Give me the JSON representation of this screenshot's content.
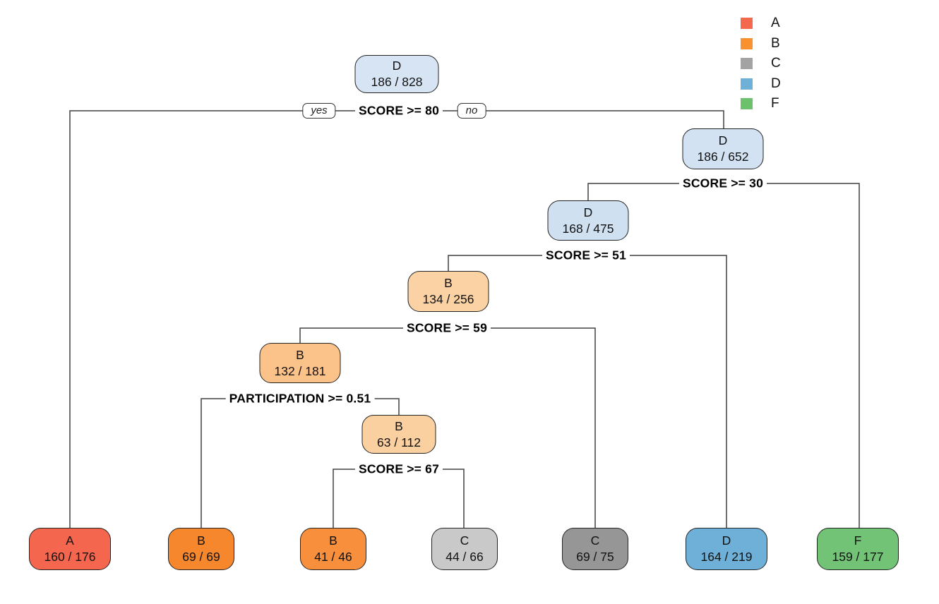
{
  "legend": {
    "items": [
      {
        "label": "A",
        "color": "#f4694d"
      },
      {
        "label": "B",
        "color": "#f9912f"
      },
      {
        "label": "C",
        "color": "#a3a3a3"
      },
      {
        "label": "D",
        "color": "#6fb0d9"
      },
      {
        "label": "F",
        "color": "#6dc16d"
      }
    ]
  },
  "tree": {
    "branch_labels": {
      "yes": "yes",
      "no": "no"
    },
    "nodes": [
      {
        "id": "root",
        "class_label": "D",
        "count": "186 / 828",
        "color": "#d6e4f4",
        "type": "internal"
      },
      {
        "id": "node-2",
        "class_label": "D",
        "count": "186 / 652",
        "color": "#d2e2f2",
        "type": "internal"
      },
      {
        "id": "node-3",
        "class_label": "D",
        "count": "168 / 475",
        "color": "#cfe0f1",
        "type": "internal"
      },
      {
        "id": "node-4",
        "class_label": "B",
        "count": "134 / 256",
        "color": "#fbd2a4",
        "type": "internal"
      },
      {
        "id": "node-5",
        "class_label": "B",
        "count": "132 / 181",
        "color": "#fbc289",
        "type": "internal"
      },
      {
        "id": "node-6",
        "class_label": "B",
        "count": "63 / 112",
        "color": "#fbd0a0",
        "type": "internal"
      },
      {
        "id": "leaf-a",
        "class_label": "A",
        "count": "160 / 176",
        "color": "#f4664e",
        "type": "leaf"
      },
      {
        "id": "leaf-b1",
        "class_label": "B",
        "count": "69 / 69",
        "color": "#f6872d",
        "type": "leaf"
      },
      {
        "id": "leaf-b2",
        "class_label": "B",
        "count": "41 / 46",
        "color": "#f78f3c",
        "type": "leaf"
      },
      {
        "id": "leaf-c1",
        "class_label": "C",
        "count": "44 / 66",
        "color": "#c9c9c9",
        "type": "leaf"
      },
      {
        "id": "leaf-c2",
        "class_label": "C",
        "count": "69 / 75",
        "color": "#969696",
        "type": "leaf"
      },
      {
        "id": "leaf-d",
        "class_label": "D",
        "count": "164 / 219",
        "color": "#6fb0d8",
        "type": "leaf"
      },
      {
        "id": "leaf-f",
        "class_label": "F",
        "count": "159 / 177",
        "color": "#72c375",
        "type": "leaf"
      }
    ],
    "splits": [
      {
        "label": "SCORE >= 80",
        "parent": "root",
        "yes_child": "leaf-a",
        "no_child": "node-2"
      },
      {
        "label": "SCORE >= 30",
        "parent": "node-2",
        "yes_child": "node-3",
        "no_child": "leaf-f"
      },
      {
        "label": "SCORE >= 51",
        "parent": "node-3",
        "yes_child": "node-4",
        "no_child": "leaf-d"
      },
      {
        "label": "SCORE >= 59",
        "parent": "node-4",
        "yes_child": "node-5",
        "no_child": "leaf-c2"
      },
      {
        "label": "PARTICIPATION >= 0.51",
        "parent": "node-5",
        "yes_child": "leaf-b1",
        "no_child": "node-6"
      },
      {
        "label": "SCORE >= 67",
        "parent": "node-6",
        "yes_child": "leaf-b2",
        "no_child": "leaf-c1"
      }
    ]
  }
}
